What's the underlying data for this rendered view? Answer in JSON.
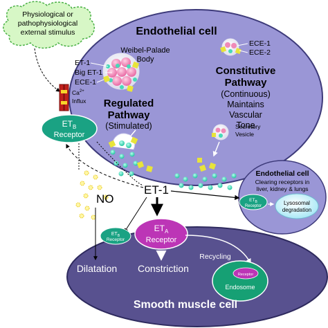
{
  "stimulus": {
    "line1": "Physiological or",
    "line2": "pathophysiological",
    "line3": "external stimulus"
  },
  "endothelial": {
    "title": "Endothelial cell",
    "wp_line1": "Weibel-Palade",
    "wp_line2": "Body",
    "wp_labels": [
      "ET-1",
      "Big ET-1",
      "ECE-1"
    ],
    "ece_labels": [
      "ECE-1",
      "ECE-2"
    ],
    "constitutive": {
      "line1": "Constitutive",
      "line2": "Pathway",
      "line3": "(Continuous)",
      "line4": "Maintains",
      "line5": "Vascular",
      "line6": "Tone"
    },
    "regulated": {
      "line1": "Regulated",
      "line2": "Pathway",
      "line3": "(Stimulated)"
    },
    "secretory_line1": "Secretory",
    "secretory_line2": "Vesicle"
  },
  "calcium": {
    "ion": "Ca",
    "superscript": "2+",
    "line2": "Influx"
  },
  "etb_receptor": {
    "main": "ET",
    "sub": "B",
    "line2": "Receptor"
  },
  "mediators": {
    "no": "NO",
    "et1": "ET-1"
  },
  "clearing": {
    "title": "Endothelial cell",
    "line1": "Clearing receptors in",
    "line2": "liver, kidney & lungs",
    "receptor_main": "ET",
    "receptor_sub": "B",
    "receptor_line2": "Receptor",
    "lysosomal_line1": "Lysosomal",
    "lysosomal_line2": "degradation"
  },
  "smooth_muscle": {
    "eta_main": "ET",
    "eta_sub": "A",
    "eta_line2": "Receptor",
    "etb_main": "ET",
    "etb_sub": "B",
    "etb_line2": "Receptor",
    "dilatation": "Dilatation",
    "constriction": "Constriction",
    "recycling": "Recycling",
    "endosome": "Endosome",
    "endosome_receptor": "Receptor",
    "title": "Smooth muscle cell"
  },
  "colors": {
    "endothelial_fill": "#9a96d6",
    "smooth_fill": "#58518f",
    "receptor_green": "#1aa283",
    "receptor_magenta": "#bc35b6",
    "cyan_granule": "#48d9b8",
    "pink_granule": "#f08ab8",
    "yellow_granule": "#e8e43a",
    "stimulus_fill": "#d7f7c6",
    "stimulus_stroke": "#49b044"
  }
}
